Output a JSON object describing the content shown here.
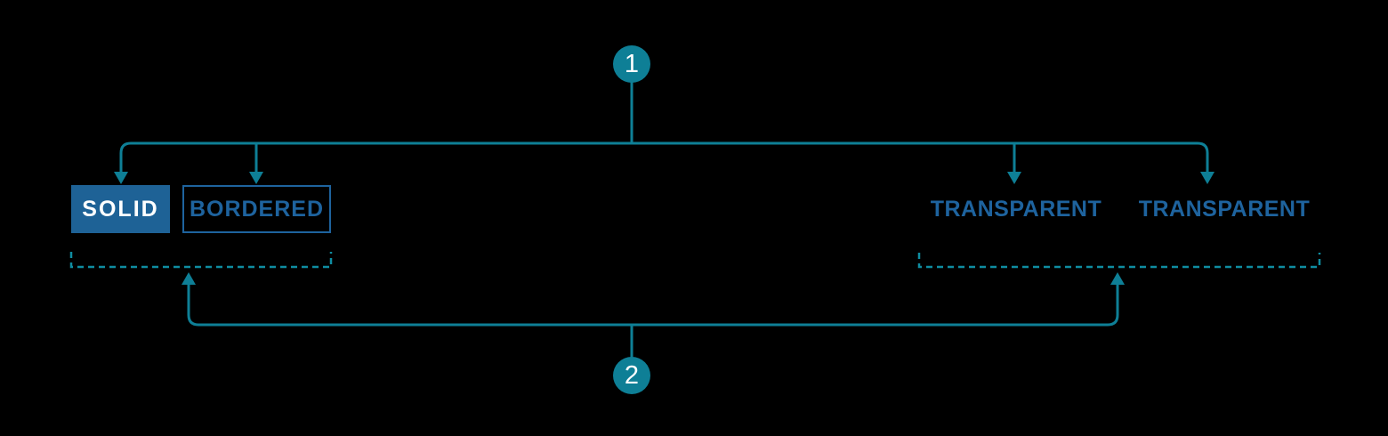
{
  "annotations": {
    "callout_1": "1",
    "callout_2": "2"
  },
  "buttons": {
    "solid": "SOLID",
    "bordered": "BORDERED",
    "transparent_1": "TRANSPARENT",
    "transparent_2": "TRANSPARENT"
  },
  "colors": {
    "background": "#000000",
    "teal_line": "#0E7F96",
    "teal_dash": "#0F8DA2",
    "solid_button_bg": "#1E6296",
    "blue_label_text": "#1E639E",
    "solid_button_text": "#FFFFFF",
    "callout_bg": "#0E7F96",
    "callout_text": "#FFFFFF"
  }
}
